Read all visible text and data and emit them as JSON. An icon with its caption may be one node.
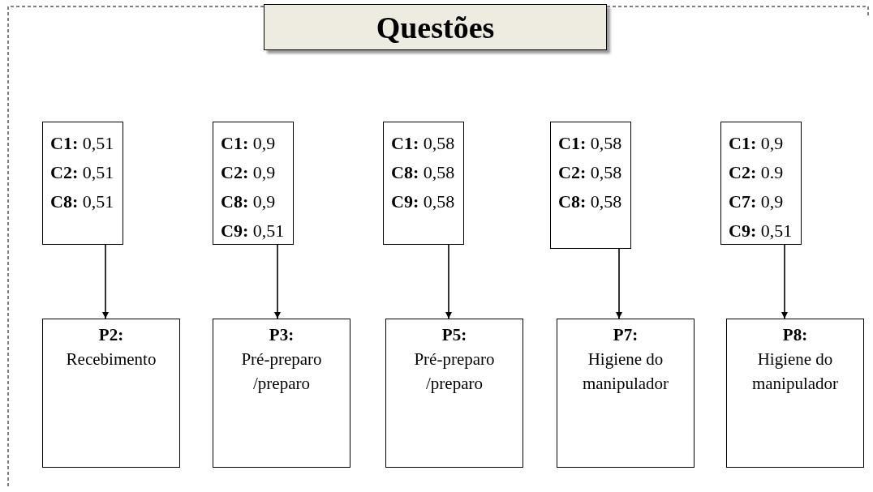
{
  "diagram": {
    "nodes": [
      {
        "text": [
          "Questões"
        ]
      },
      {
        "text": [
          "**C1:** 0,51",
          "**C2:** 0,51",
          "**C8:** 0,51"
        ]
      },
      {
        "text": [
          "**C1:** 0,9",
          "**C2:** 0,9",
          "**C8:** 0,9",
          "**C9:** 0,51"
        ]
      },
      {
        "text": [
          "**C1:** 0,58",
          "**C8:** 0,58",
          "**C9:** 0,58"
        ]
      },
      {
        "text": [
          "**C1:** 0,58",
          "**C2:** 0,58",
          "**C8:** 0,58"
        ]
      },
      {
        "text": [
          "**C1:** 0,9",
          "**C2:** 0.9",
          "**C7:** 0,9",
          "**C9:** 0,51"
        ]
      },
      {
        "text": [
          "P2:",
          "Recebimento"
        ]
      },
      {
        "text": [
          "P3:",
          "Pré-preparo /preparo"
        ]
      },
      {
        "text": [
          "P5:",
          "Pré-preparo /preparo"
        ]
      },
      {
        "text": [
          "P7:",
          "Higiene do manipulador"
        ]
      },
      {
        "text": [
          "P8:",
          "Higiene do manipulador"
        ]
      }
    ],
    "edges": [
      {
        "from": 1,
        "to": 6,
        "arrow": "to"
      },
      {
        "from": 2,
        "to": 7,
        "arrow": "to"
      },
      {
        "from": 3,
        "to": 8,
        "arrow": "to"
      },
      {
        "from": 4,
        "to": 9,
        "arrow": "to"
      },
      {
        "from": 5,
        "to": 10,
        "arrow": "to"
      }
    ]
  }
}
